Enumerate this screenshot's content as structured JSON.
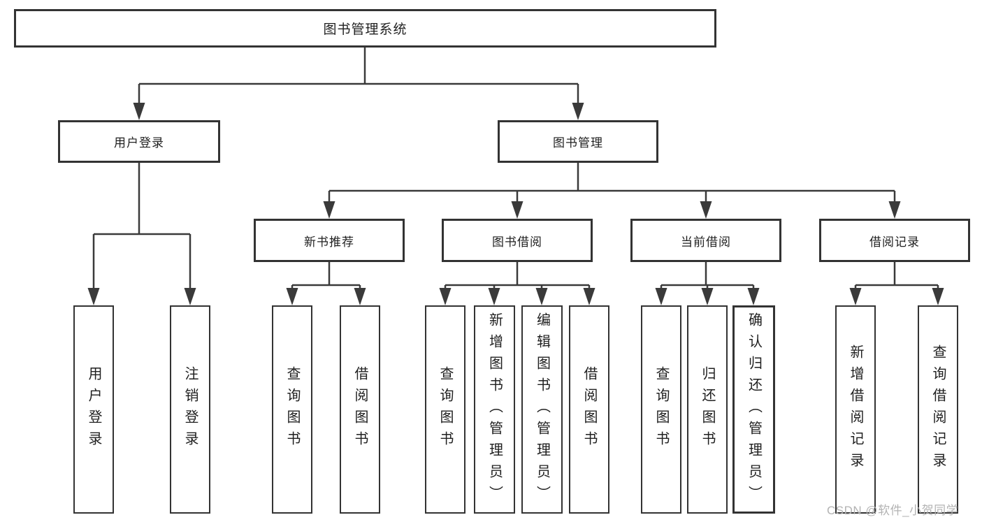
{
  "diagram": {
    "title": "图书管理系统",
    "nodes": {
      "root": "图书管理系统",
      "user_login": "用户登录",
      "book_mgmt": "图书管理",
      "new_book_rec": "新书推荐",
      "book_borrow": "图书借阅",
      "current_borrow": "当前借阅",
      "borrow_record": "借阅记录",
      "leaf_user_login": "用户登录",
      "leaf_logout": "注销登录",
      "leaf_query_book_1": "查询图书",
      "leaf_borrow_book_1": "借阅图书",
      "leaf_query_book_2": "查询图书",
      "leaf_add_book": "新增图书（管理员）",
      "leaf_edit_book": "编辑图书（管理员）",
      "leaf_borrow_book_2": "借阅图书",
      "leaf_query_book_3": "查询图书",
      "leaf_return_book": "归还图书",
      "leaf_confirm_return": "确认归还（管理员）",
      "leaf_add_record": "新增借阅记录",
      "leaf_query_record": "查询借阅记录"
    },
    "structure": {
      "图书管理系统": {
        "用户登录": [
          "用户登录",
          "注销登录"
        ],
        "图书管理": {
          "新书推荐": [
            "查询图书",
            "借阅图书"
          ],
          "图书借阅": [
            "查询图书",
            "新增图书（管理员）",
            "编辑图书（管理员）",
            "借阅图书"
          ],
          "当前借阅": [
            "查询图书",
            "归还图书",
            "确认归还（管理员）"
          ],
          "借阅记录": [
            "新增借阅记录",
            "查询借阅记录"
          ]
        }
      }
    },
    "watermark": "CSDN @软件_小贺同学",
    "colors": {
      "line": "#3a3a3a",
      "border": "#333333",
      "text": "#1f1f1f",
      "watermark": "#b3b3b3",
      "background": "#ffffff"
    }
  }
}
